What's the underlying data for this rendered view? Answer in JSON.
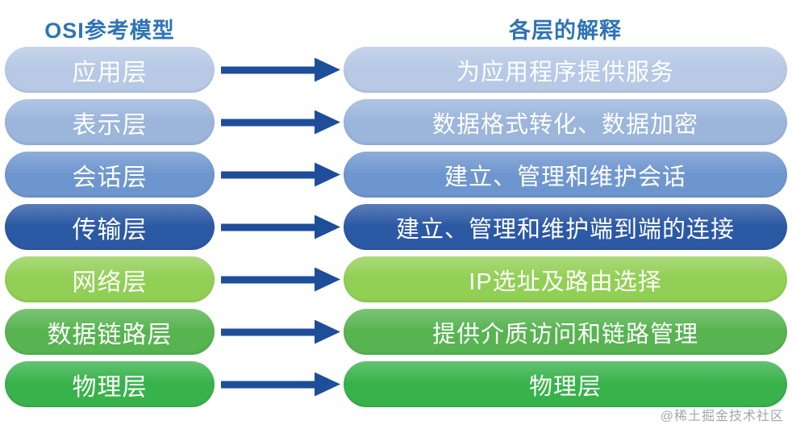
{
  "header": {
    "left_title": "OSI参考模型",
    "right_title": "各层的解释",
    "title_color": "#2e74b5"
  },
  "arrow_color": "#1e4e9a",
  "watermark": "@稀土掘金技术社区",
  "rows": [
    {
      "layer": "应用层",
      "desc": "为应用程序提供服务",
      "color": "#b7c9e5"
    },
    {
      "layer": "表示层",
      "desc": "数据格式转化、数据加密",
      "color": "#9bb5db"
    },
    {
      "layer": "会话层",
      "desc": "建立、管理和维护会话",
      "color": "#6e96ce"
    },
    {
      "layer": "传输层",
      "desc": "建立、管理和维护端到端的连接",
      "color": "#2c59a4"
    },
    {
      "layer": "网络层",
      "desc": "IP选址及路由选择",
      "color": "#92cf55"
    },
    {
      "layer": "数据链路层",
      "desc": "提供介质访问和链路管理",
      "color": "#57b450"
    },
    {
      "layer": "物理层",
      "desc": "物理层",
      "color": "#38b24a"
    }
  ]
}
